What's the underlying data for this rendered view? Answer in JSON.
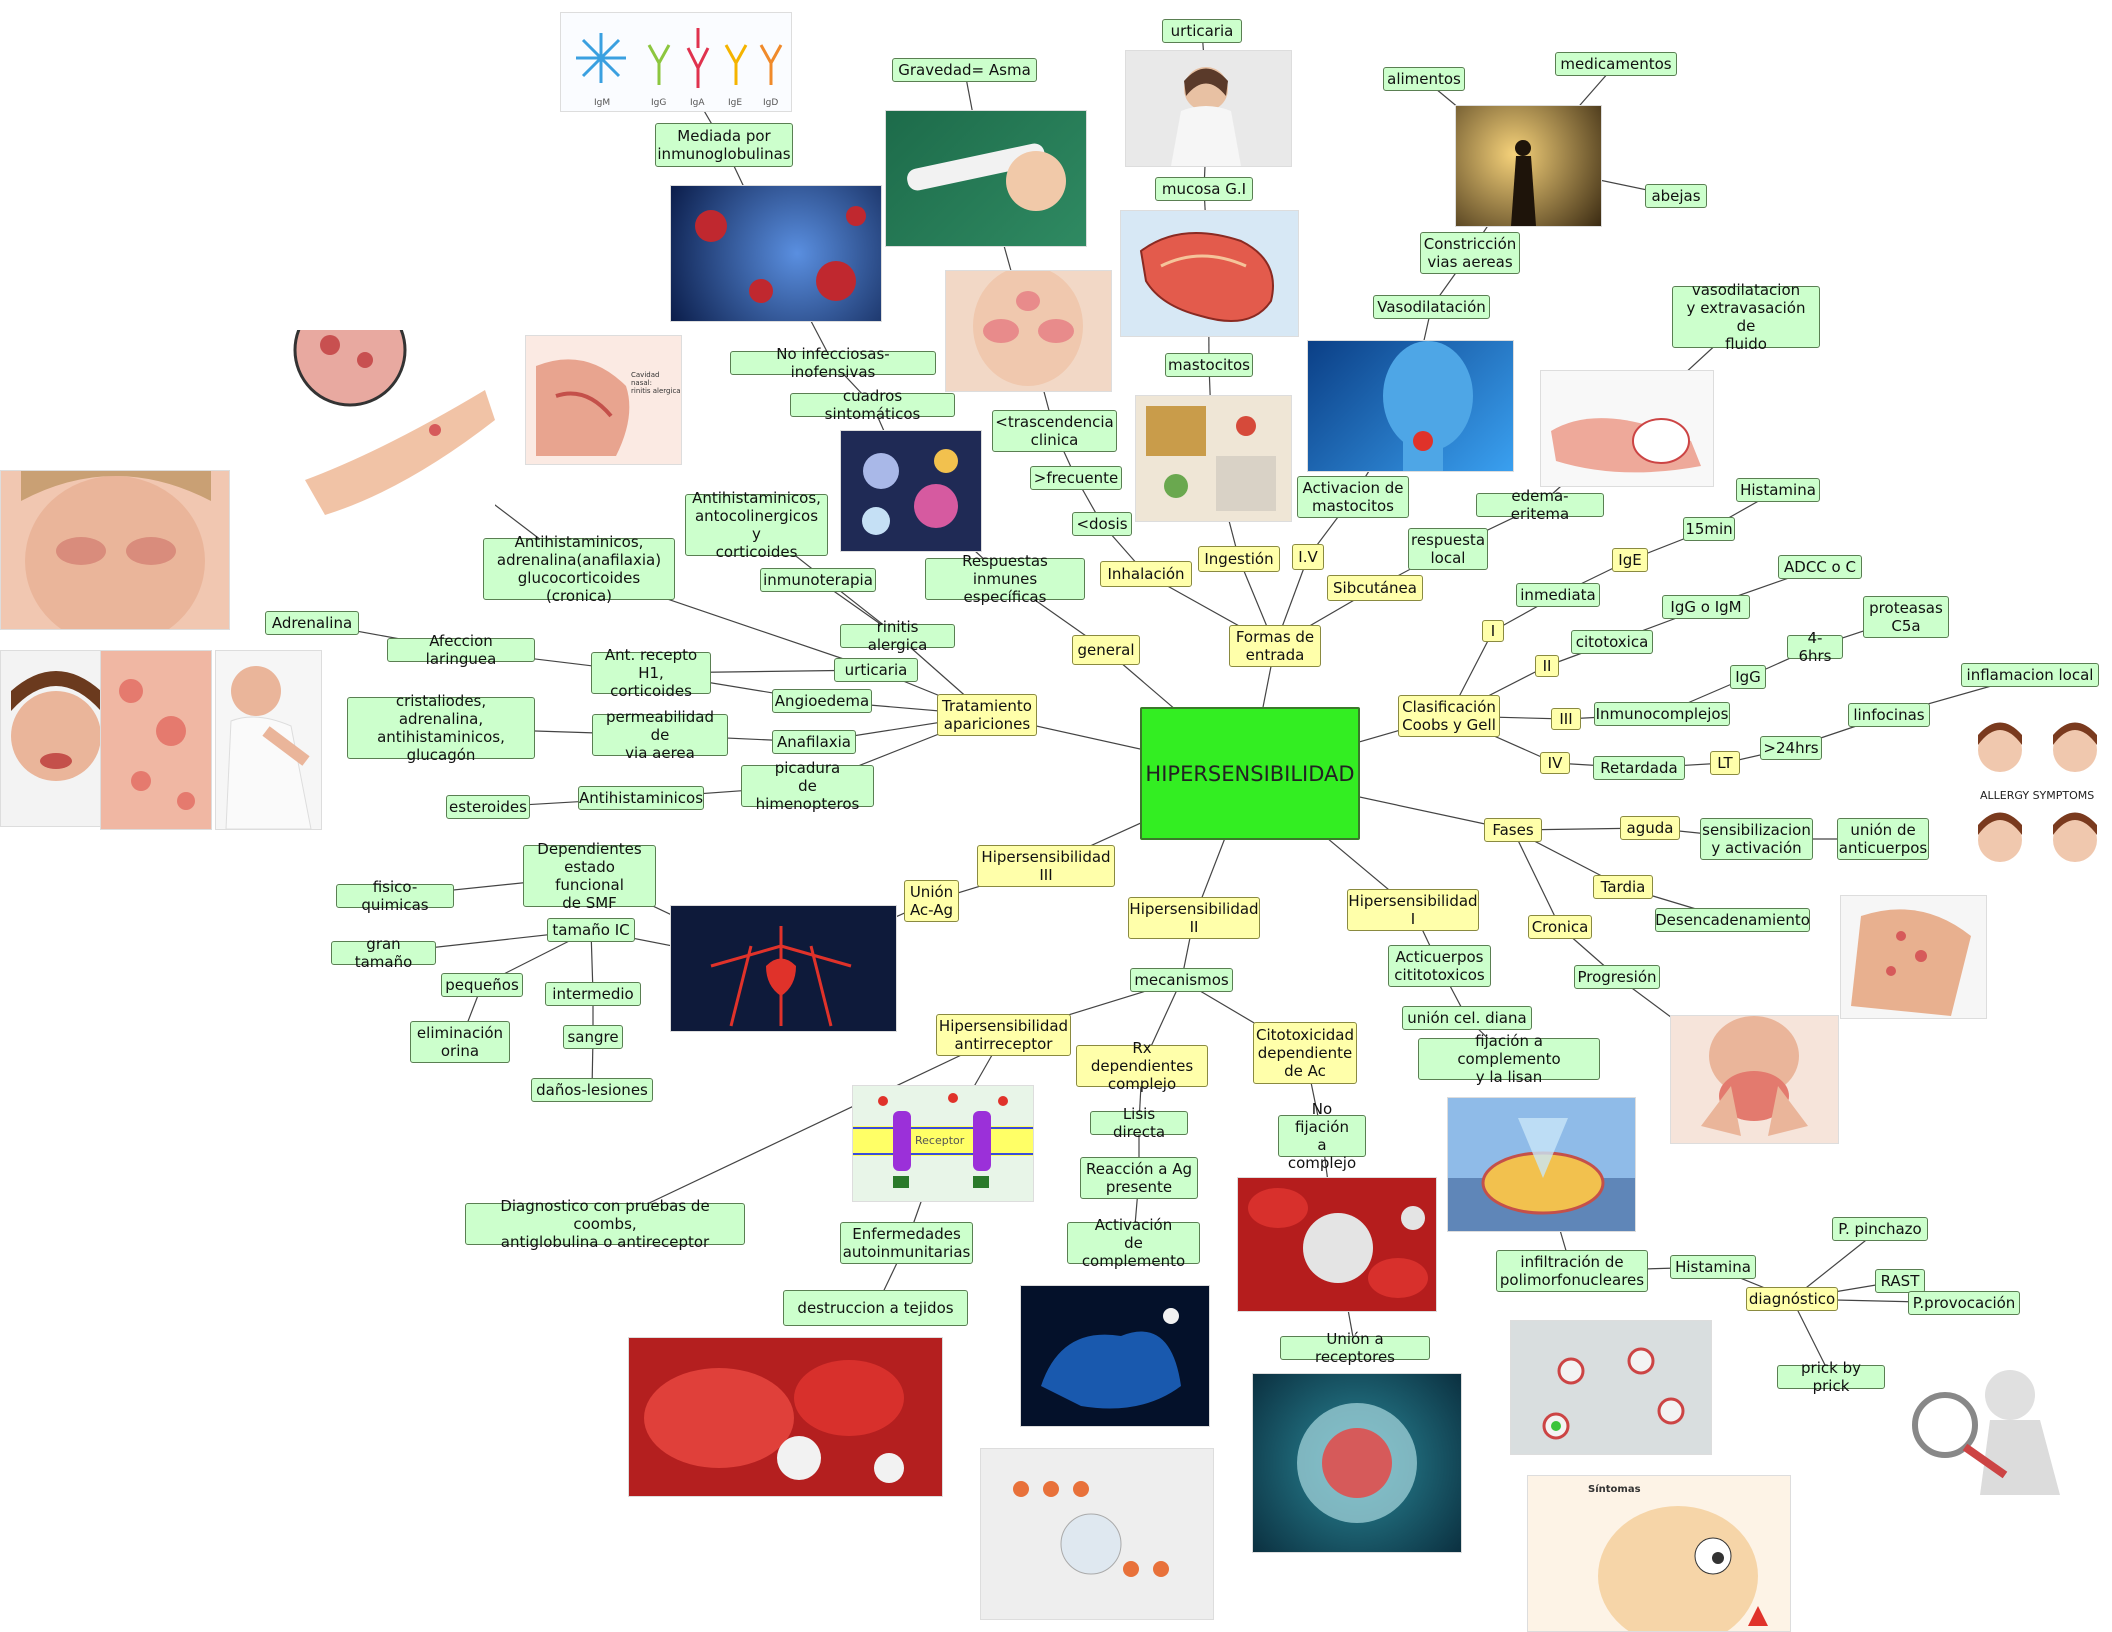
{
  "title": "HIPERSENSIBILIDAD",
  "nodes": {
    "hipersensibilidad": "HIPERSENSIBILIDAD",
    "formas_entrada": "Formas de\nentrada",
    "general": "general",
    "inhalacion": "Inhalación",
    "ingestion": "Ingestión",
    "iv": "I.V",
    "subcutanea": "Sibcutánea",
    "dosis_menor": "<dosis",
    "frecuente": ">frecuente",
    "trascendencia": "<trascendencia\nclinica",
    "cuadros_sintomaticos": "cuadros sintomáticos",
    "no_infecciosas": "No infecciosas- inofensivas",
    "mediada_ig": "Mediada por\ninmunoglobulinas",
    "gravedad_asma": "Gravedad= Asma",
    "urticaria_top": "urticaria",
    "mucosa_gi": "mucosa G.I",
    "mastocitos": "mastocitos",
    "activacion_mastocitos": "Activacion de\nmastocitos",
    "vasodilatacion": "Vasodilatación",
    "constriccion": "Constricción\nvias aereas",
    "alimentos": "alimentos",
    "medicamentos": "medicamentos",
    "abejas": "abejas",
    "respuesta_local": "respuesta\nlocal",
    "edema_eritema": "edema- eritema",
    "vasodilatacion_extrav": "vasodilatacion\ny extravasación de\nfluido",
    "respuestas_inmunes": "Respuestas inmunes\nespecíficas",
    "inmunoterapia": "inmunoterapia",
    "rinitis_alergica": "rinitis alergica",
    "antihist_anticolinergicos": "Antihistaminicos,\nantocolinergicos y\ncorticoides",
    "tratamiento": "Tratamiento\napariciones",
    "urticaria": "urticaria",
    "angioedema": "Angioedema",
    "anafilaxia": "Anafilaxia",
    "picadura": "picadura\nde himenopteros",
    "ant_receptor_h1": "Ant. recepto\nH1, corticoides",
    "afeccion_laringuea": "Afeccion laringuea",
    "adrenalina": "Adrenalina",
    "antihist_adrenalina": "Antihistaminicos,\nadrenalina(anafilaxia)\nglucocorticoides (cronica)",
    "permeabilidad": "permeabilidad de\nvia aerea",
    "cristaloides": "cristaliodes, adrenalina,\nantihistaminicos,\nglucagón",
    "antihistaminicos": "Antihistaminicos",
    "esteroides": "esteroides",
    "clasificacion": "Clasificación\nCoobs y Gell",
    "tipo_i": "I",
    "tipo_ii": "II",
    "tipo_iii": "III",
    "tipo_iv": "IV",
    "inmediata": "inmediata",
    "ige": "IgE",
    "min15": "15min",
    "histamina_top": "Histamina",
    "citotoxica": "citotoxica",
    "igg_igm": "IgG o IgM",
    "adcc": "ADCC o C",
    "inmunocomplejos": "Inmunocomplejos",
    "igg": "IgG",
    "h46": "4-6hrs",
    "proteasas": "proteasas\nC5a",
    "retardada": "Retardada",
    "lt": "LT",
    "h24": ">24hrs",
    "linfocinas": "linfocinas",
    "inflamacion_local": "inflamacion local",
    "fases": "Fases",
    "aguda": "aguda",
    "sensibilizacion": "sensibilizacion\ny activación",
    "union_anticuerpos": "unión de\nanticuerpos",
    "tardia": "Tardia",
    "desencadenamiento": "Desencadenamiento",
    "cronica": "Cronica",
    "progresion": "Progresión",
    "hs_iii": "Hipersensibilidad\nIII",
    "union_ac_ag": "Unión\nAc-Ag",
    "dependientes_smf": "Dependientes\nestado funcional\nde SMF",
    "fisico_quimicas": "fisico-quimicas",
    "tamano_ic": "tamaño IC",
    "gran_tamano": "gran tamaño",
    "pequenos": "pequeños",
    "intermedio": "intermedio",
    "eliminacion_orina": "eliminación\norina",
    "sangre": "sangre",
    "danos_lesiones": "daños-lesiones",
    "hs_ii": "Hipersensibilidad\nII",
    "mecanismos": "mecanismos",
    "hs_antirreceptor": "Hipersensibilidad\nantirreceptor",
    "rx_dependientes": "Rx dependientes\ncomplejo",
    "citotoxicidad": "Citotoxicidad\ndependiente\nde Ac",
    "diagnostico_coombs": "Diagnostico con pruebas de coombs,\nantiglobulina o antireceptor",
    "enfermedades_autoinmunes": "Enfermedades\nautoinmunitarias",
    "destruccion_tejidos": "destruccion a tejidos",
    "lisis_directa": "Lisis directa",
    "reaccion_ag": "Reacción a Ag\npresente",
    "activacion_complemento": "Activación\nde complemento",
    "no_fijacion": "No fijación\na complejo",
    "union_receptores": "Unión a receptores",
    "hs_i": "Hipersensibilidad\nI",
    "anticuerpos_citotoxicos": "Acticuerpos\ncititotoxicos",
    "union_cel_diana": "unión cel. diana",
    "fijacion_complemento": "fijación a complemento\ny la lisan",
    "infiltracion": "infiltración de\npolimorfonucleares",
    "histamina_bottom": "Histamina",
    "diagnostico": "diagnóstico",
    "p_pinchazo": "P. pinchazo",
    "rast": "RAST",
    "p_provocacion": "P.provocación",
    "prick": "prick by prick"
  },
  "image_labels": {
    "ig_types": [
      "IgM",
      "IgG",
      "IgA",
      "IgE",
      "IgD"
    ],
    "allergy_symptoms": "ALLERGY SYMPTOMS",
    "nasal_caption": "Cavidad nasal:\nrinitis alergica",
    "sintomas_caption": "Síntomas",
    "receptor_caption": "Receptor"
  },
  "colors": {
    "node_green": "#ccffcc",
    "node_yellow": "#ffffaa",
    "center_green": "#33ee22",
    "link": "#333333"
  }
}
